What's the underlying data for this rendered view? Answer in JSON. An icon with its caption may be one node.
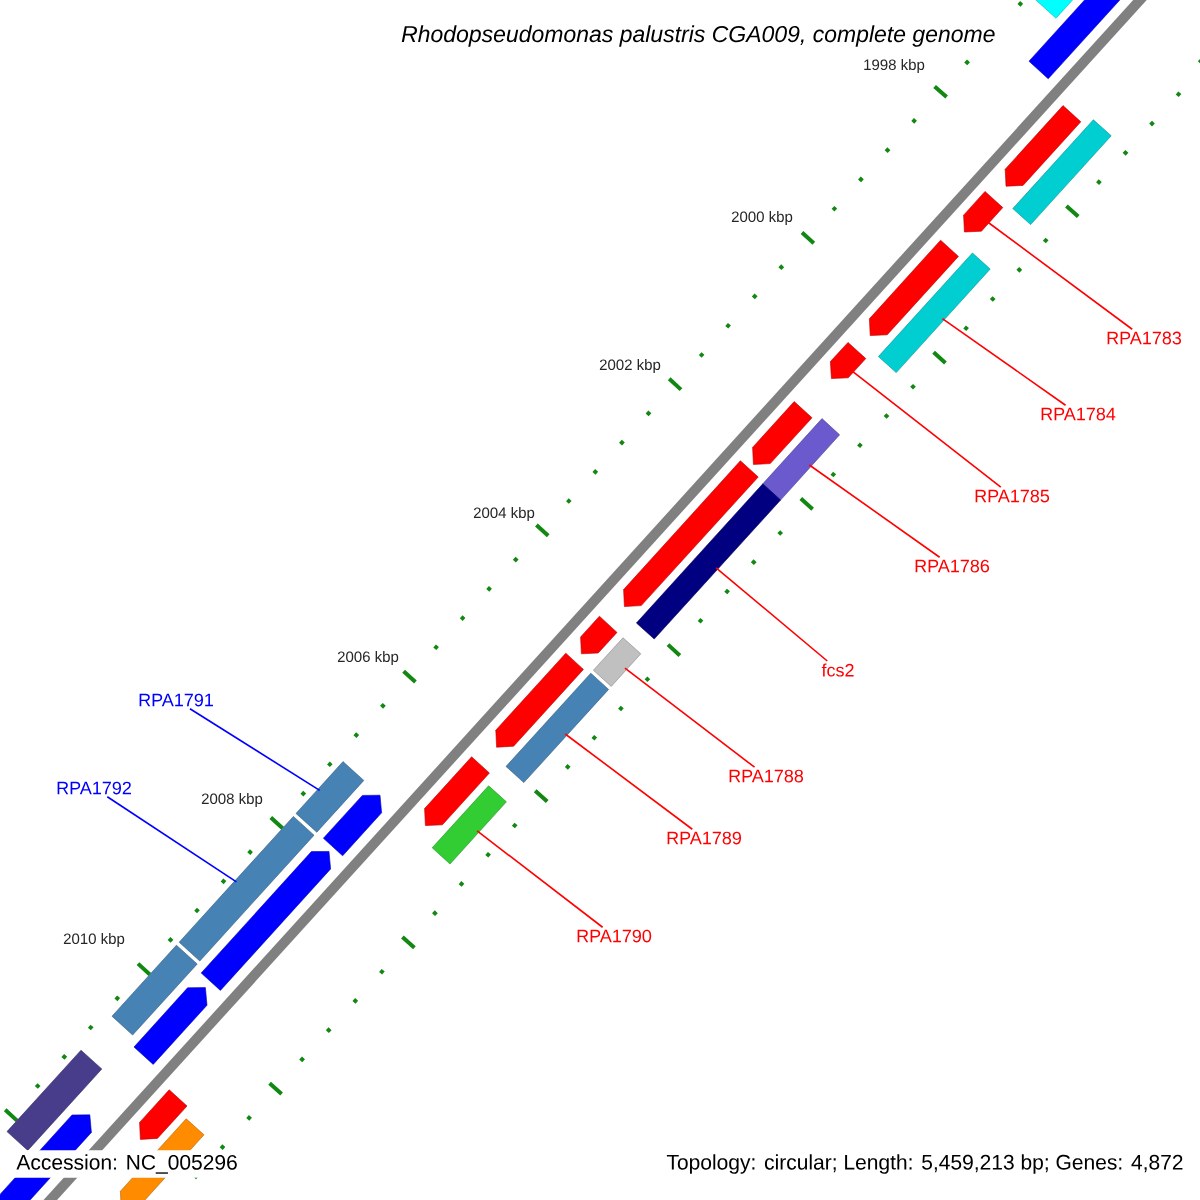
{
  "diagram": {
    "title": "Rhodopseudomonas palustris CGA009, complete genome",
    "nodes": [
      {
        "text": [
          "RPA1783"
        ]
      },
      {
        "text": [
          "RPA1784"
        ]
      },
      {
        "text": [
          "RPA1785"
        ]
      },
      {
        "text": [
          "RPA1786"
        ]
      },
      {
        "text": [
          "fcs2"
        ]
      },
      {
        "text": [
          "RPA1791"
        ]
      },
      {
        "text": [
          "RPA1788"
        ]
      },
      {
        "text": [
          "RPA1792"
        ]
      },
      {
        "text": [
          "RPA1789"
        ]
      },
      {
        "text": [
          "RPA1790"
        ]
      },
      {
        "text": [],
        "shape": "pentagon"
      },
      {
        "text": [],
        "shape": "pentagon"
      },
      {
        "text": [],
        "shape": "pentagon"
      },
      {
        "text": [],
        "shape": "pentagon"
      },
      {
        "text": [],
        "shape": "pentagon"
      },
      {
        "text": [],
        "shape": "pentagon"
      },
      {
        "text": [],
        "shape": "pentagon"
      },
      {
        "text": [],
        "shape": "pentagon"
      },
      {
        "text": [],
        "shape": "pentagon"
      },
      {
        "text": [],
        "shape": "pentagon"
      },
      {
        "text": [],
        "shape": "bar"
      },
      {
        "text": [],
        "shape": "bar"
      },
      {
        "text": [],
        "shape": "bar"
      },
      {
        "text": [],
        "shape": "bar"
      },
      {
        "text": [],
        "shape": "bar"
      },
      {
        "text": [],
        "shape": "bar"
      },
      {
        "text": [],
        "shape": "bar"
      },
      {
        "text": [],
        "shape": "pentagon"
      },
      {
        "text": [],
        "shape": "pentagon"
      },
      {
        "text": [],
        "shape": "pentagon"
      },
      {
        "text": [],
        "shape": "pentagon"
      },
      {
        "text": [],
        "shape": "pentagon"
      },
      {
        "text": [],
        "shape": "pentagon"
      },
      {
        "text": [],
        "shape": "bar"
      },
      {
        "text": [],
        "shape": "bar"
      },
      {
        "text": [],
        "shape": "bar"
      },
      {
        "text": [],
        "shape": "bar"
      },
      {
        "text": [],
        "shape": "bar"
      }
    ],
    "edges": [
      {
        "from": 0,
        "to": 11,
        "arrow": "none"
      },
      {
        "from": 1,
        "to": 21,
        "arrow": "none"
      },
      {
        "from": 2,
        "to": 13,
        "arrow": "none"
      },
      {
        "from": 3,
        "to": 22,
        "arrow": "none"
      },
      {
        "from": 4,
        "to": 23,
        "arrow": "none"
      },
      {
        "from": 5,
        "to": 34,
        "arrow": "none",
        "color": "#0000ff"
      },
      {
        "from": 6,
        "to": 24,
        "arrow": "none"
      },
      {
        "from": 7,
        "to": 35,
        "arrow": "none",
        "color": "#0000ff"
      },
      {
        "from": 8,
        "to": 25,
        "arrow": "none"
      },
      {
        "from": 9,
        "to": 26,
        "arrow": "none"
      }
    ],
    "labels": [
      "1998 kbp",
      "2000 kbp",
      "2002 kbp",
      "2004 kbp",
      "2006 kbp",
      "2008 kbp",
      "2010 kbp",
      "Accession: NC_005296",
      "Topology: circular; Length: 5,459,213 bp; Genes: 4,872"
    ]
  }
}
